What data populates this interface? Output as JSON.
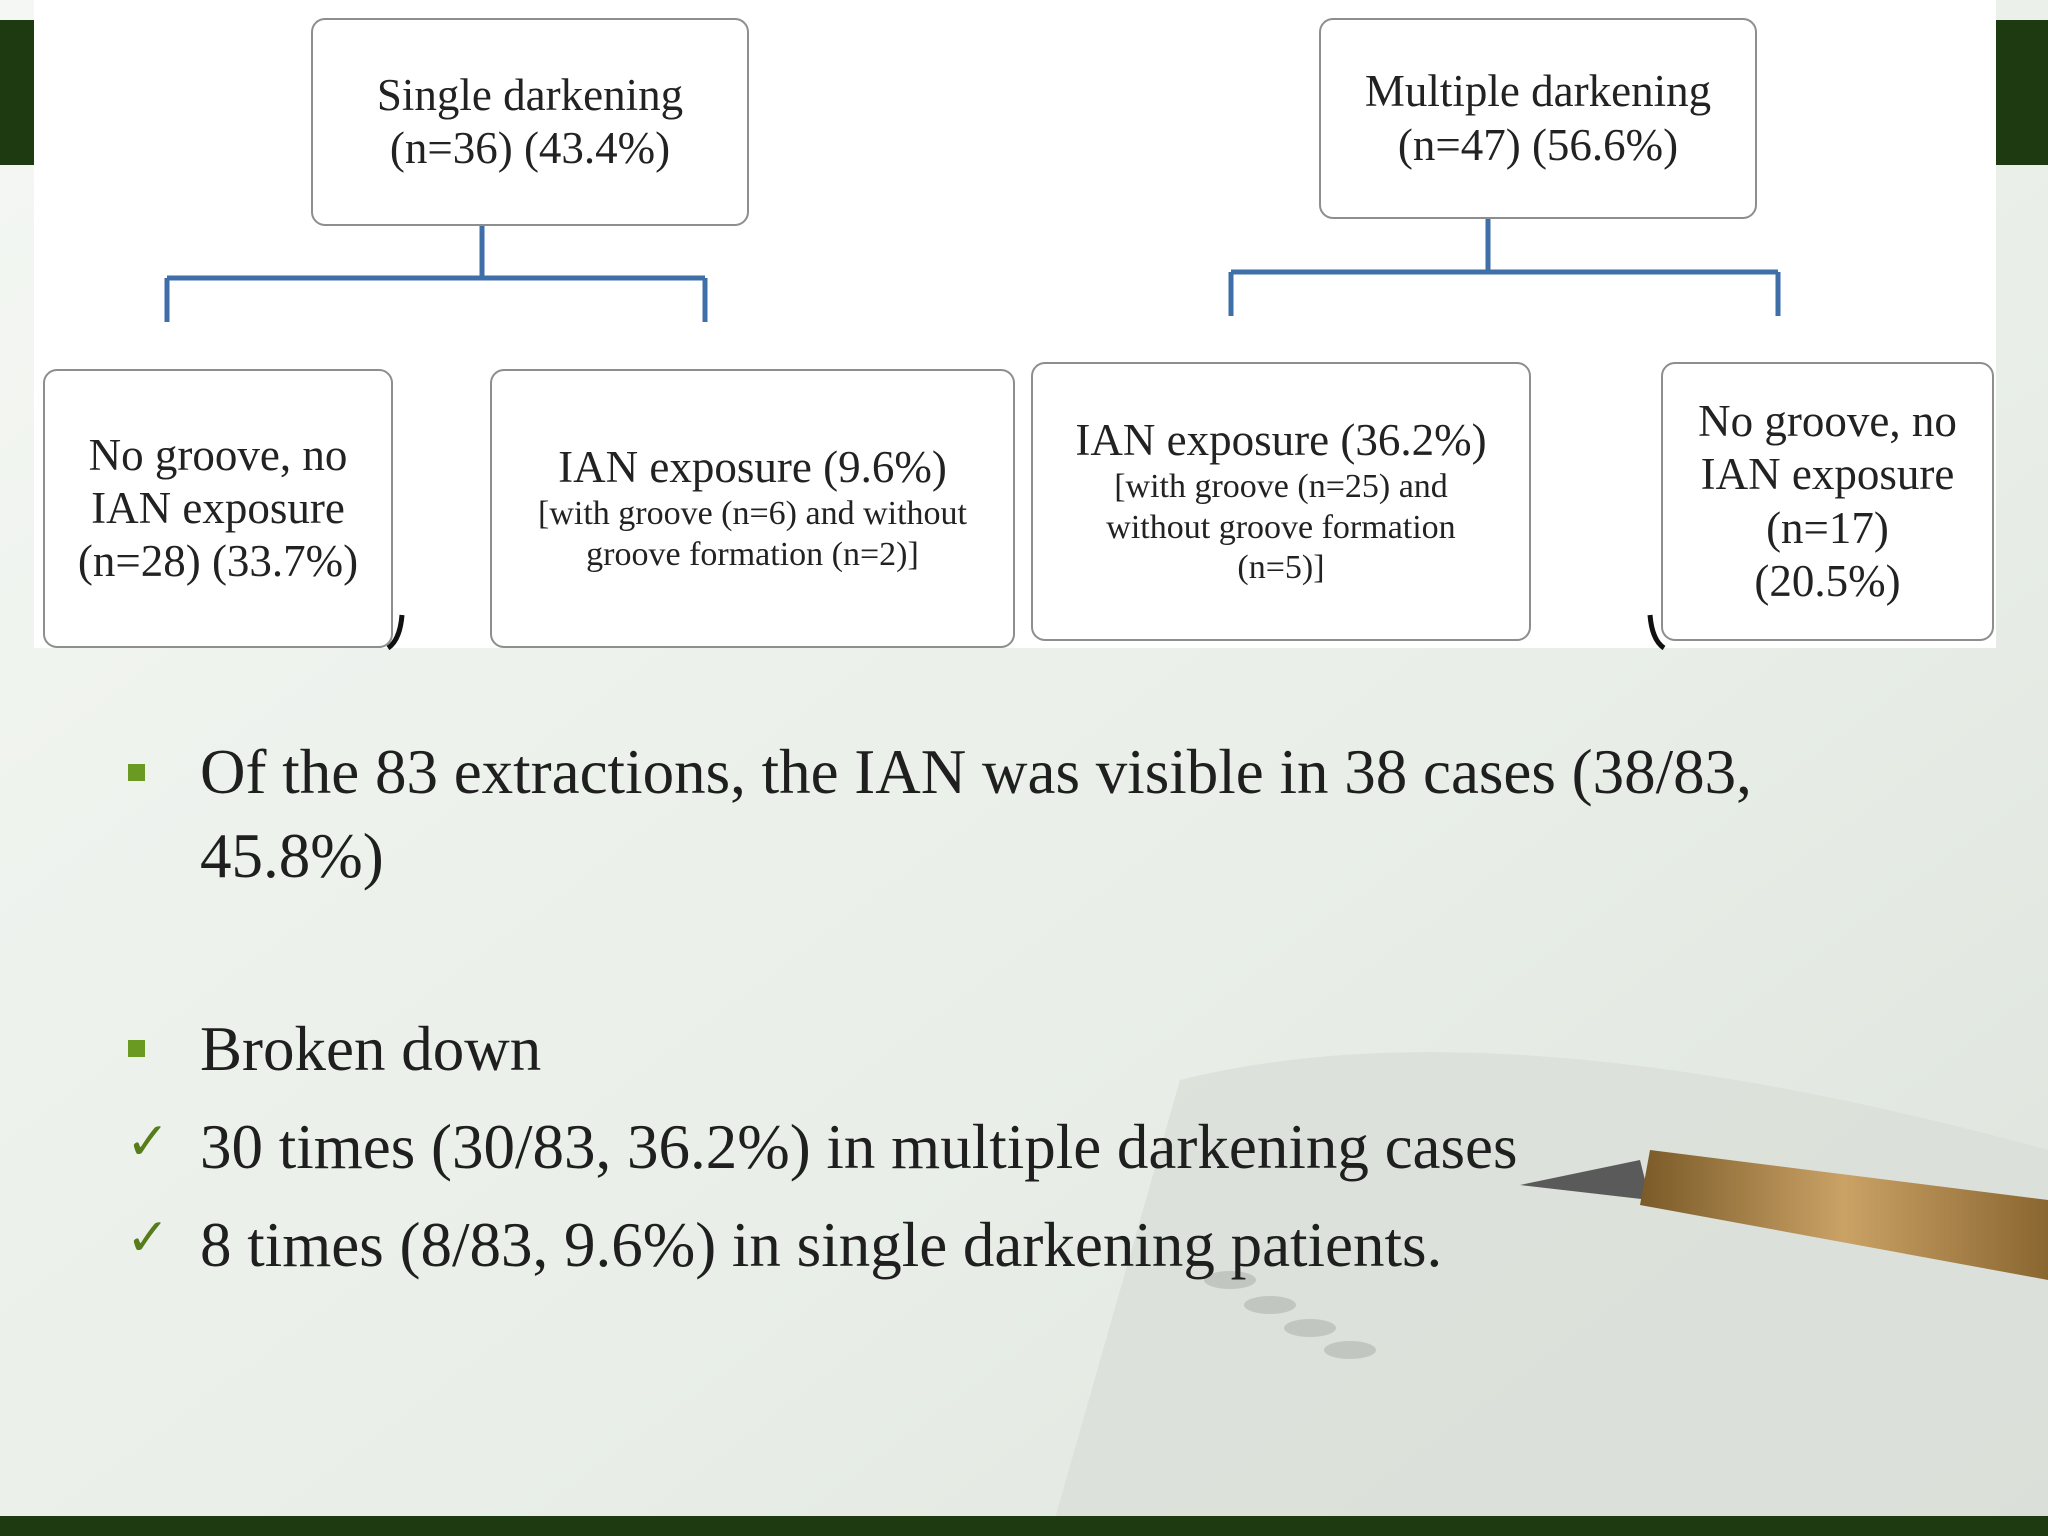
{
  "diagram": {
    "roots": [
      {
        "line1": "Single darkening",
        "line2": "(n=36) (43.4%)"
      },
      {
        "line1": "Multiple darkening",
        "line2": "(n=47) (56.6%)"
      }
    ],
    "leaves": [
      {
        "lines": [
          "No groove, no",
          "IAN exposure",
          "(n=28) (33.7%)"
        ]
      },
      {
        "title": "IAN exposure (9.6%)",
        "detail": [
          "[with groove (n=6) and without",
          "groove formation (n=2)]"
        ]
      },
      {
        "title": "IAN exposure (36.2%)",
        "detail": [
          "[with groove (n=25) and",
          "without groove formation",
          "(n=5)]"
        ]
      },
      {
        "lines": [
          "No groove, no",
          "IAN exposure",
          "(n=17)",
          "(20.5%)"
        ]
      }
    ]
  },
  "bullets": {
    "item1_line1": "Of the 83 extractions, the IAN was visible in 38 cases (38/83,",
    "item1_line2": "45.8%)",
    "item2": "Broken down",
    "check1": " 30 times (30/83, 36.2%) in multiple darkening cases",
    "check2": "8 times (8/83, 9.6%) in single darkening patients."
  },
  "icons": {
    "bullet": "square-bullet-icon",
    "check": "check-mark-icon"
  },
  "colors": {
    "bullet": "#6a9a22",
    "check": "#567d1a",
    "connector": "#3f6fa8",
    "frame": "#1d3a10"
  }
}
